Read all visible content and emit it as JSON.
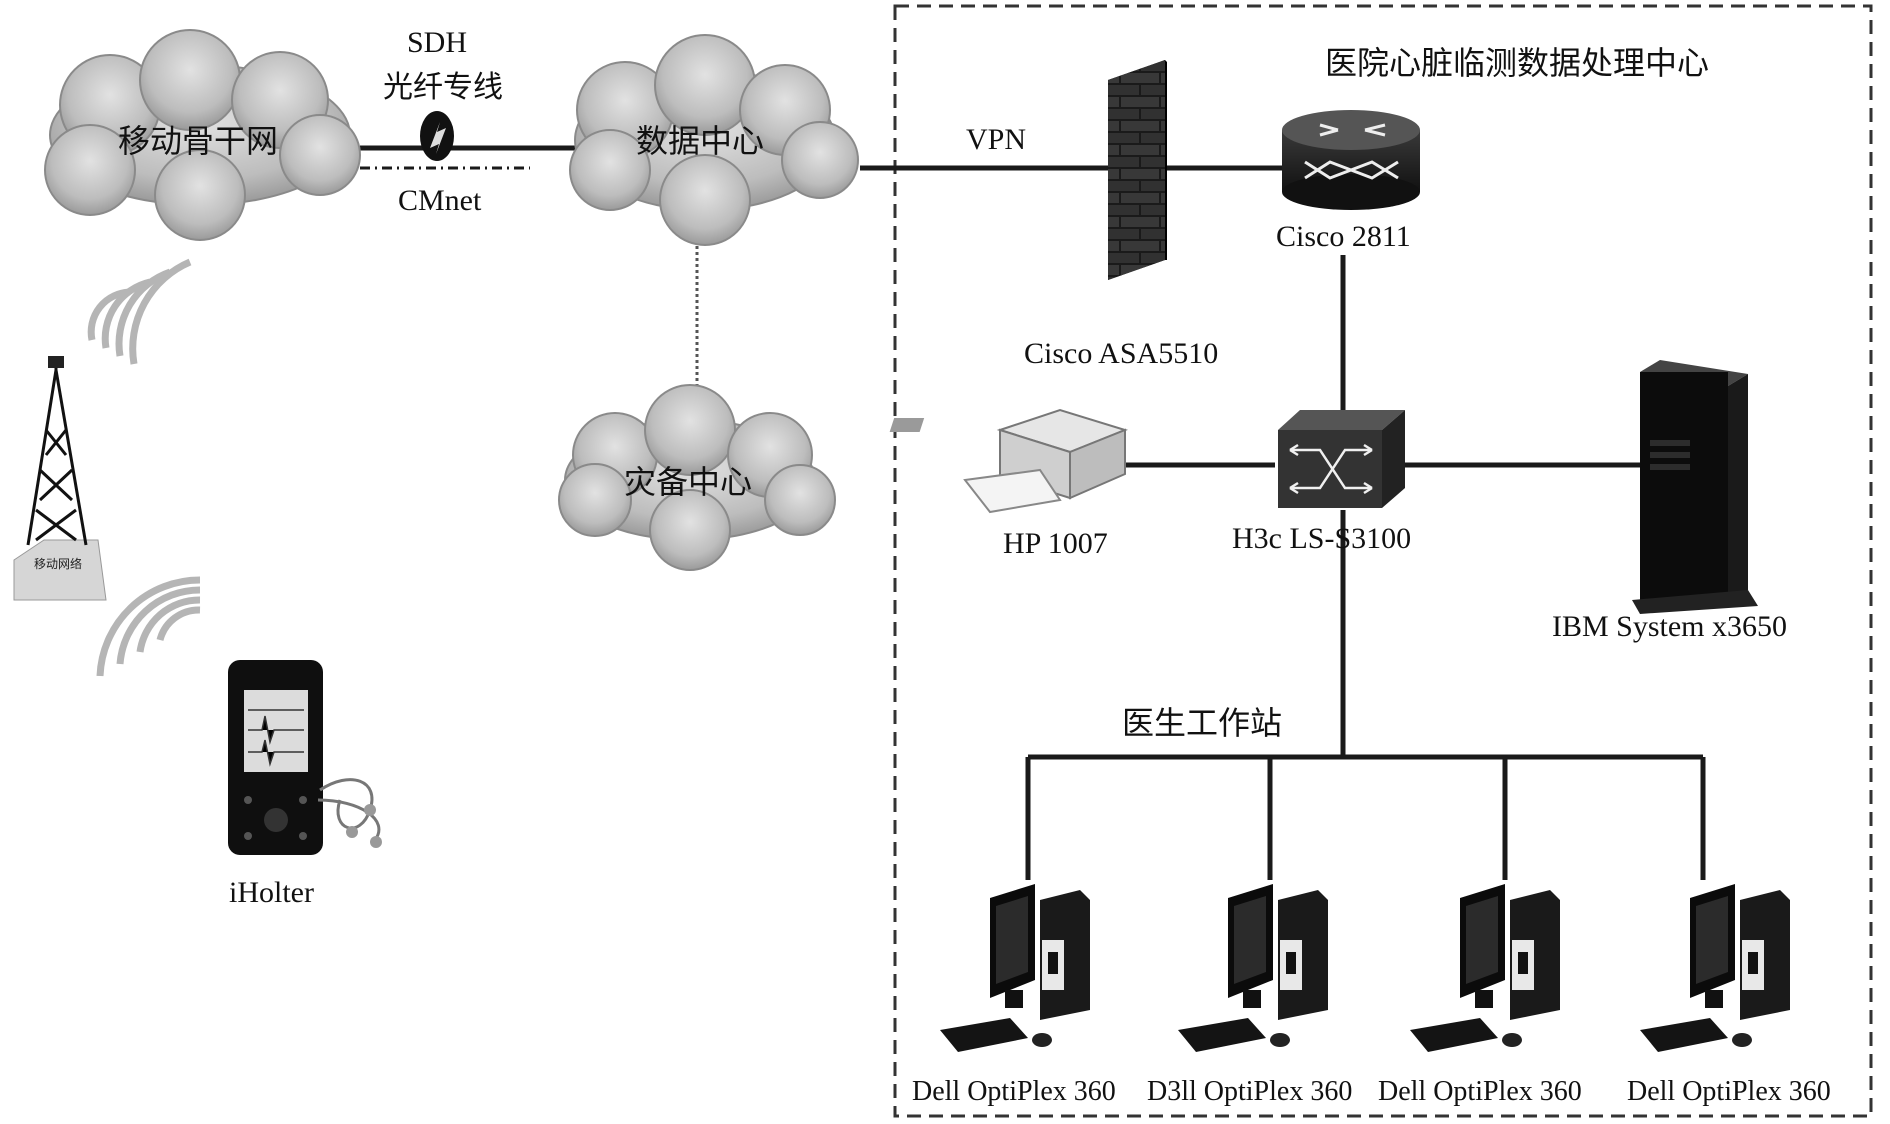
{
  "diagram": {
    "title": "医院心脏临测数据处理中心",
    "clouds": {
      "mobile_backbone": "移动骨干网",
      "data_center": "数据中心",
      "disaster_center": "灾备中心"
    },
    "links": {
      "sdh_line1": "SDH",
      "sdh_line2": "光纤专线",
      "cmnet": "CMnet",
      "vpn": "VPN"
    },
    "devices": {
      "firewall": "Cisco ASA5510",
      "router": "Cisco 2811",
      "printer": "HP 1007",
      "switch": "H3c LS-S3100",
      "server": "IBM System x3650",
      "holter": "iHolter",
      "tower_sign": "移动网络"
    },
    "workstation_group": "医生工作站",
    "workstations": [
      "Dell OptiPlex 360",
      "D3ll OptiPlex 360",
      "Dell OptiPlex 360",
      "Dell OptiPlex 360"
    ]
  }
}
